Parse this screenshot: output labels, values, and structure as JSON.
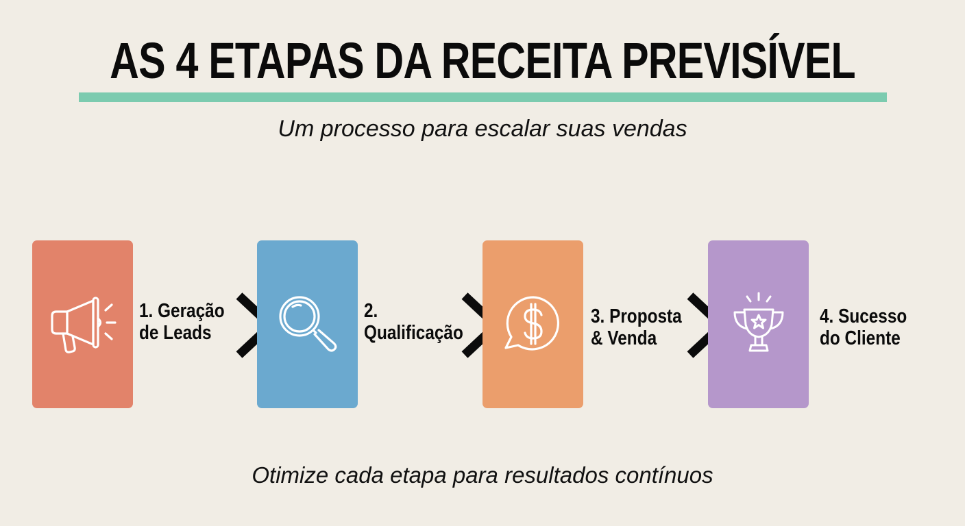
{
  "header": {
    "title": "AS 4 ETAPAS DA RECEITA PREVISÍVEL",
    "subtitle": "Um processo para escalar suas vendas",
    "accent_color": "#7ccbaf"
  },
  "steps": [
    {
      "number": "1.",
      "line1": "1. Geração",
      "line2": "de Leads",
      "icon": "megaphone-icon",
      "color": "#e2836a"
    },
    {
      "number": "2.",
      "line1": "2.",
      "line2": "Qualificação",
      "icon": "magnifying-glass-icon",
      "color": "#6ba9cf"
    },
    {
      "number": "3.",
      "line1": "3. Proposta",
      "line2": "& Venda",
      "icon": "dollar-speech-bubble-icon",
      "color": "#eb9e6c"
    },
    {
      "number": "4.",
      "line1": "4. Sucesso",
      "line2": "do Cliente",
      "icon": "trophy-icon",
      "color": "#b597cb"
    }
  ],
  "footer": {
    "text": "Otimize cada etapa para resultados contínuos"
  }
}
